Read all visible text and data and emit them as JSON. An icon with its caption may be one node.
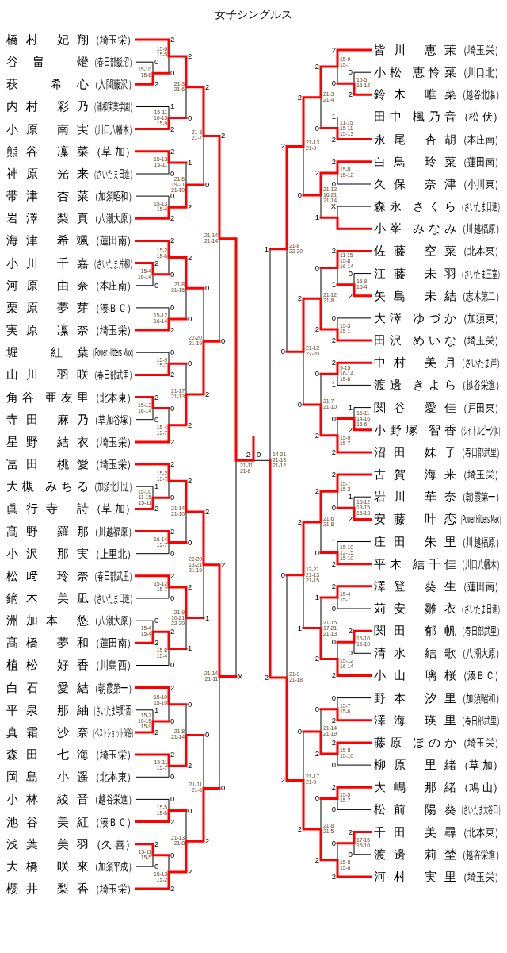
{
  "diagram": {
    "title": "女子シングルス",
    "nodes": [
      {
        "text": [
          "橋村 妃翔",
          "（埼玉栄）"
        ]
      },
      {
        "text": [
          "谷畠 燈",
          "（春日部飯沼）"
        ]
      },
      {
        "text": [
          "萩 希心",
          "（入間藤沢）"
        ]
      },
      {
        "text": [
          "内村 彩乃",
          "（浦和実業学園）"
        ]
      },
      {
        "text": [
          "小原 南実",
          "（川口八幡木）"
        ]
      },
      {
        "text": [
          "熊谷 凜菜",
          "（草 加）"
        ]
      },
      {
        "text": [
          "神原 光来",
          "（さいたま日進）"
        ]
      },
      {
        "text": [
          "帯津 杏菜",
          "（加須昭和）"
        ]
      },
      {
        "text": [
          "岩澤 梨真",
          "（八潮大原）"
        ]
      },
      {
        "text": [
          "海津 希颯",
          "（蓮田南）"
        ]
      },
      {
        "text": [
          "小川 千嘉",
          "（さいたま片柳）"
        ]
      },
      {
        "text": [
          "河原 由奈",
          "（本庄南）"
        ]
      },
      {
        "text": [
          "栗原 夢芽",
          "（湊ＢＣ）"
        ]
      },
      {
        "text": [
          "実原 凜奈",
          "（埼玉栄）"
        ]
      },
      {
        "text": [
          "堀 紅葉",
          "（Power Hitters Max）"
        ]
      },
      {
        "text": [
          "山川 羽咲",
          "（春日部武里）"
        ]
      },
      {
        "text": [
          "角谷 亜友里",
          "（北本東）"
        ]
      },
      {
        "text": [
          "寺田 麻乃",
          "（草加谷塚）"
        ]
      },
      {
        "text": [
          "星野 結衣",
          "（埼玉栄）"
        ]
      },
      {
        "text": [
          "冨田 桃愛",
          "（埼玉栄）"
        ]
      },
      {
        "text": [
          "大槻 みちる",
          "（加須北川辺）"
        ]
      },
      {
        "text": [
          "眞行寺 詩",
          "（草 加）"
        ]
      },
      {
        "text": [
          "髙野 羅那",
          "（川越福原）"
        ]
      },
      {
        "text": [
          "小沢 那実",
          "（上里北）"
        ]
      },
      {
        "text": [
          "松﨑 玲奈",
          "（春日部武里）"
        ]
      },
      {
        "text": [
          "鏑木 美凪",
          "（さいたま日進）"
        ]
      },
      {
        "text": [
          "洲加本 悠",
          "（八潮大原）"
        ]
      },
      {
        "text": [
          "髙橋 夢和",
          "（蓮田南）"
        ]
      },
      {
        "text": [
          "植松 好香",
          "（川島西）"
        ]
      },
      {
        "text": [
          "白石 愛結",
          "（朝霞第一）"
        ]
      },
      {
        "text": [
          "平泉 那紬",
          "（さいたま与野西）"
        ]
      },
      {
        "text": [
          "真霜 沙奈",
          "（ベストショット深谷）"
        ]
      },
      {
        "text": [
          "森田 七海",
          "（埼玉栄）"
        ]
      },
      {
        "text": [
          "岡島 小遥",
          "（北本東）"
        ]
      },
      {
        "text": [
          "小林 綾音",
          "（越谷栄進）"
        ]
      },
      {
        "text": [
          "池谷 美紅",
          "（湊ＢＣ）"
        ]
      },
      {
        "text": [
          "浅葉 美羽",
          "（久 喜）"
        ]
      },
      {
        "text": [
          "大橋 咲來",
          "（加須平成）"
        ]
      },
      {
        "text": [
          "櫻井 梨香",
          "（埼玉栄）"
        ]
      },
      {
        "text": [
          "皆川 恵茉",
          "（埼玉栄）"
        ]
      },
      {
        "text": [
          "小松 恵怜菜",
          "（川口北）"
        ]
      },
      {
        "text": [
          "鈴木 唯菜",
          "（越谷北陽）"
        ]
      },
      {
        "text": [
          "田中 楓乃音",
          "（松 伏）"
        ]
      },
      {
        "text": [
          "永尾 杏胡",
          "（本庄南）"
        ]
      },
      {
        "text": [
          "白鳥 玲菜",
          "（蓮田南）"
        ]
      },
      {
        "text": [
          "久保 奈津",
          "（小川東）"
        ]
      },
      {
        "text": [
          "森永 さくら",
          "（さいたま日進）"
        ]
      },
      {
        "text": [
          "小峯 みなみ",
          "（川越福原）"
        ]
      },
      {
        "text": [
          "佐藤 空菜",
          "（北本東）"
        ]
      },
      {
        "text": [
          "江藤 未羽",
          "（さいたま三室）"
        ]
      },
      {
        "text": [
          "矢島 未結",
          "（志木第二）"
        ]
      },
      {
        "text": [
          "大澤 ゆづか",
          "（加須東）"
        ]
      },
      {
        "text": [
          "田沢 めいな",
          "（埼玉栄）"
        ]
      },
      {
        "text": [
          "中村 美月",
          "（さいたま岸）"
        ]
      },
      {
        "text": [
          "渡邊 きよら",
          "（越谷栄進）"
        ]
      },
      {
        "text": [
          "関谷 愛佳",
          "（戸田東）"
        ]
      },
      {
        "text": [
          "小野塚 智香",
          "（シャトルピークJr.）"
        ]
      },
      {
        "text": [
          "沼田 妹子",
          "（春日部武里）"
        ]
      },
      {
        "text": [
          "古賀 海来",
          "（埼玉栄）"
        ]
      },
      {
        "text": [
          "岩川 華奈",
          "（朝霞第一）"
        ]
      },
      {
        "text": [
          "安藤 叶恋",
          "（Power Hitters Max）"
        ]
      },
      {
        "text": [
          "庄田 朱里",
          "（川越福原）"
        ]
      },
      {
        "text": [
          "平木 結千佳",
          "（川口八幡木）"
        ]
      },
      {
        "text": [
          "澤登 葵生",
          "（蓮田南）"
        ]
      },
      {
        "text": [
          "苅安 雛衣",
          "（さいたま日進）"
        ]
      },
      {
        "text": [
          "関田 郁帆",
          "（春日部武里）"
        ]
      },
      {
        "text": [
          "清水 結歌",
          "（八潮大原）"
        ]
      },
      {
        "text": [
          "小山 璃桜",
          "（湊ＢＣ）"
        ]
      },
      {
        "text": [
          "野本 汐里",
          "（加須昭和）"
        ]
      },
      {
        "text": [
          "澤海 瑛里",
          "（春日部武里）"
        ]
      },
      {
        "text": [
          "藤原 ほのか",
          "（埼玉栄）"
        ]
      },
      {
        "text": [
          "柳原 里緒",
          "（草 加）"
        ]
      },
      {
        "text": [
          "大嶋 那緒",
          "（鳩 山）"
        ]
      },
      {
        "text": [
          "松前 陽葵",
          "（さいたま大谷口）"
        ]
      },
      {
        "text": [
          "千田 美尋",
          "（北本東）"
        ]
      },
      {
        "text": [
          "渡邊 莉埜",
          "（越谷栄進）"
        ]
      },
      {
        "text": [
          "河村 実里",
          "（埼玉栄）"
        ]
      }
    ],
    "labels": [
      "0",
      "2",
      "15-10 15-6",
      "2",
      "0",
      "15-6 15-5",
      "1",
      "2",
      "15-11 10-15 15-9",
      "2",
      "0",
      "21-3 21-6",
      "2",
      "0",
      "15-13 15-11",
      "0",
      "2",
      "15-13 15-4",
      "1",
      "2",
      "21-5 19-21 21-10",
      "2",
      "0",
      "21-3 21-7",
      "2",
      "0",
      "15-4 16-14",
      "2",
      "0",
      "15-2 15-6",
      "0",
      "2",
      "15-12 16-14",
      "2",
      "0",
      "21-8 21-16",
      "0",
      "2",
      "15-9 15-7",
      "2",
      "0",
      "15-13 16-14",
      "0",
      "2",
      "15-4 15-7",
      "0",
      "2",
      "21-17 21-13",
      "0",
      "2",
      "22-20 21-19",
      "2",
      "0",
      "21-14 21-14",
      "1",
      "2",
      "15-10 11-15 15-11",
      "2",
      "0",
      "15-2 15-7",
      "2",
      "0",
      "16-14 15-7",
      "2",
      "0",
      "21-14 21-10",
      "2",
      "0",
      "15-12 15-7",
      "0",
      "2",
      "15-4 15-4",
      "2",
      "0",
      "15-8 15-4",
      "2",
      "1",
      "21-9 10-21 22-20",
      "2",
      "1",
      "22-20 13-21 21-19",
      "1",
      "2",
      "15-7 10-15 15-9",
      "2",
      "0",
      "15-10 15-10",
      "2",
      "0",
      "15-11 15-7",
      "0",
      "2",
      "21-8 21-14",
      "0",
      "2",
      "15-5 15-6",
      "2",
      "0",
      "15-11 15-5",
      "0",
      "2",
      "15-13 15-2",
      "0",
      "2",
      "21-13 21-8",
      "0",
      "2",
      "21-11 21-6",
      "2",
      "0",
      "21-14 21-11",
      "X",
      "0",
      "2",
      "15-5 15-12",
      "2",
      "0",
      "15-9 15-7",
      "1",
      "2",
      "11-15 15-11 15-13",
      "2",
      "0",
      "21-3 21-4",
      "2",
      "0",
      "15-8 15-12",
      "X",
      "2",
      "1",
      "21-12 16-21 21-14",
      "2",
      "0",
      "21-13 21-9",
      "0",
      "2",
      "15-9 15-4",
      "2",
      "1",
      "11-15 15-8 16-14",
      "0",
      "2",
      "15-3 15-1",
      "0",
      "2",
      "21-12 21-8",
      "2",
      "1",
      "9-15 16-14 15-6",
      "1",
      "2",
      "15-11 14-16 15-6",
      "0",
      "2",
      "15-9 15-7",
      "0",
      "2",
      "21-7 21-10",
      "2",
      "0",
      "21-12 22-20",
      "2",
      "0",
      "21-8 22-20",
      "1",
      "2",
      "15-12 13-15 15-13",
      "2",
      "0",
      "15-7 15-3",
      "1",
      "2",
      "15-10 12-15 15-10",
      "2",
      "0",
      "21-6 21-8",
      "2",
      "0",
      "15-4 15-7",
      "2",
      "0",
      "15-10 15-10",
      "0",
      "2",
      "15-12 16-14",
      "1",
      "2",
      "21-15 17-21 21-13",
      "2",
      "1",
      "13-21 21-13 21-15",
      "0",
      "2",
      "15-7 15-6",
      "2",
      "0",
      "15-8 15-10",
      "0",
      "2",
      "21-14 21-19",
      "2",
      "0",
      "15-5 15-7",
      "2",
      "0",
      "17-15 15-10",
      "0",
      "2",
      "15-8 15-6",
      "0",
      "2",
      "21-8 21-5",
      "0",
      "2",
      "21-17 21-9",
      "0",
      "2",
      "21-9 21-18",
      "1",
      "2",
      "14-21 21-13 21-12",
      "2",
      "0",
      "21-11 21-6"
    ]
  }
}
